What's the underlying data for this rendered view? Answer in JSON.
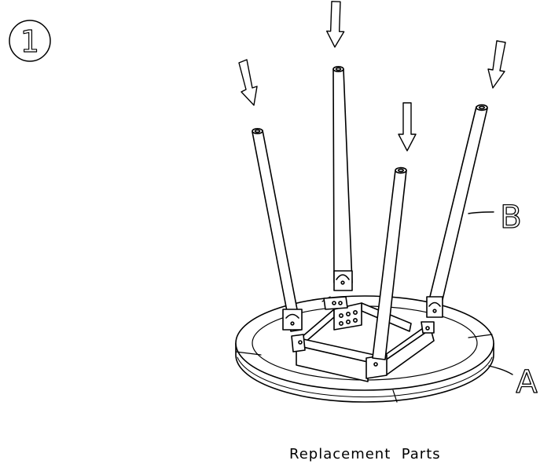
{
  "step": {
    "number": "1"
  },
  "labels": {
    "tabletop": "A",
    "legs": "B"
  },
  "caption": "Replacement  Parts",
  "colors": {
    "line": "#000000",
    "background": "#ffffff"
  }
}
